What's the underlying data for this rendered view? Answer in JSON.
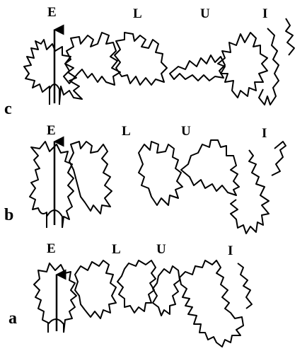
{
  "colors": {
    "ink": "#000000",
    "background": "#ffffff"
  },
  "rows": [
    {
      "label": "c",
      "segments": [
        "E",
        "L",
        "U",
        "I"
      ]
    },
    {
      "label": "b",
      "segments": [
        "E",
        "L",
        "U",
        "I"
      ]
    },
    {
      "label": "a",
      "segments": [
        "E",
        "L",
        "U",
        "I"
      ]
    }
  ]
}
